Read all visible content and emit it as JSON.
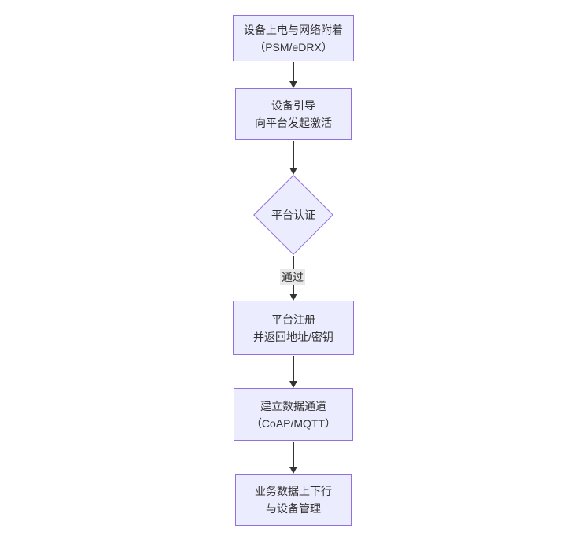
{
  "diagram": {
    "type": "flowchart",
    "direction": "top-down",
    "colors": {
      "canvas_bg": "#ffffff",
      "node_fill": "#ececff",
      "node_border": "#9370db",
      "text": "#333333",
      "edge": "#333333",
      "edge_label_bg": "#e8e8e8"
    },
    "nodes": [
      {
        "id": "power-attach",
        "shape": "rect",
        "line1": "设备上电与网络附着",
        "line2": "（PSM/eDRX）"
      },
      {
        "id": "bootstrap",
        "shape": "rect",
        "line1": "设备引导",
        "line2": "向平台发起激活"
      },
      {
        "id": "platform-auth",
        "shape": "diamond",
        "line1": "平台认证",
        "line2": ""
      },
      {
        "id": "register",
        "shape": "rect",
        "line1": "平台注册",
        "line2": "并返回地址/密钥"
      },
      {
        "id": "data-channel",
        "shape": "rect",
        "line1": "建立数据通道",
        "line2": "（CoAP/MQTT）"
      },
      {
        "id": "business",
        "shape": "rect",
        "line1": "业务数据上下行",
        "line2": "与设备管理"
      }
    ],
    "edges": [
      {
        "from": "power-attach",
        "to": "bootstrap",
        "label": ""
      },
      {
        "from": "bootstrap",
        "to": "platform-auth",
        "label": ""
      },
      {
        "from": "platform-auth",
        "to": "register",
        "label": "通过"
      },
      {
        "from": "register",
        "to": "data-channel",
        "label": ""
      },
      {
        "from": "data-channel",
        "to": "business",
        "label": ""
      }
    ]
  }
}
